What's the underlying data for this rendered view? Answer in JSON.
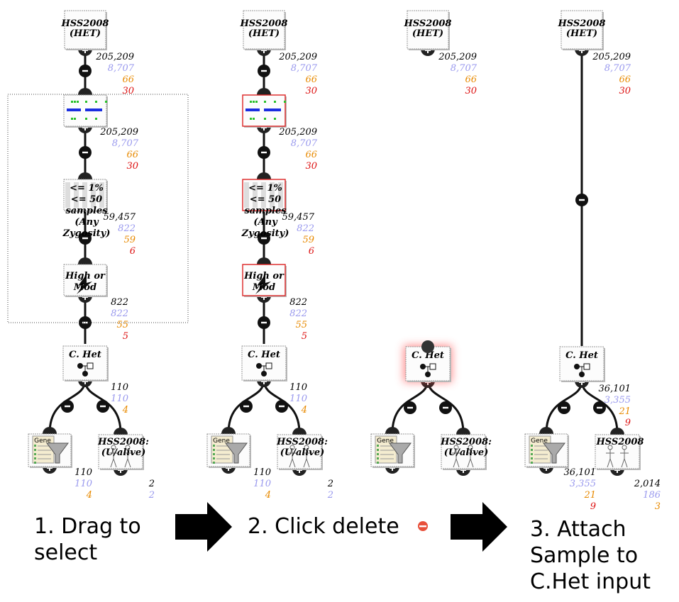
{
  "colors": {
    "count_total": "#000000",
    "count_variants": "#9999ee",
    "count_genes": "#e88a00",
    "count_samples": "#dd1111",
    "selected_border": "#dd2222",
    "delete_icon": "#e8503a"
  },
  "nodes": {
    "sample_title": "HSS2008\n(HET)",
    "rare_filter": "<= 1%\n<= 50\nsamples\n(Any\nZygosity)",
    "effect_filter": "High or\nMod",
    "chet": "C. Het",
    "gene_list": "Gene",
    "sample_unaffected": "HSS2008:\n(U/alive)",
    "sample_short": "HSS2008"
  },
  "stats": {
    "sample": [
      "205,209",
      "8,707",
      "66",
      "30"
    ],
    "after_matrix": [
      "205,209",
      "8,707",
      "66",
      "30"
    ],
    "after_rare": [
      "59,457",
      "822",
      "59",
      "6"
    ],
    "after_effect": [
      "822",
      "822",
      "55",
      "5"
    ],
    "chet_out": [
      "110",
      "110",
      "4"
    ],
    "gene_out": [
      "110",
      "110",
      "4"
    ],
    "sample_out": [
      "2",
      "2"
    ],
    "chet_out_3": [
      "36,101",
      "3,355",
      "21",
      "9"
    ],
    "gene_out_3": [
      "36,101",
      "3,355",
      "21",
      "9"
    ],
    "sample_out_3": [
      "2,014",
      "186",
      "3"
    ]
  },
  "steps": {
    "step1": "1. Drag to\n    select",
    "step2": "2. Click delete",
    "step3": "3. Attach\nSample to\nC.Het input"
  }
}
